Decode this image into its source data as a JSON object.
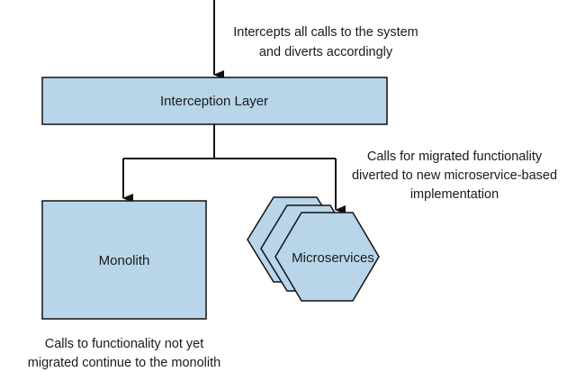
{
  "colors": {
    "box_fill": "#b8d5ea",
    "stroke": "#111111",
    "text": "#1a1a1a",
    "background": "#ffffff"
  },
  "annotations": {
    "intercept_line1": "Intercepts all calls to the system",
    "intercept_line2": "and diverts accordingly",
    "migrated_line1": "Calls for migrated functionality",
    "migrated_line2": "diverted to new microservice-based",
    "migrated_line3": "implementation",
    "monolith_line1": "Calls to functionality not yet",
    "monolith_line2": "migrated continue to the monolith"
  },
  "nodes": {
    "interception_layer": "Interception Layer",
    "monolith": "Monolith",
    "microservices": "Microservices"
  }
}
